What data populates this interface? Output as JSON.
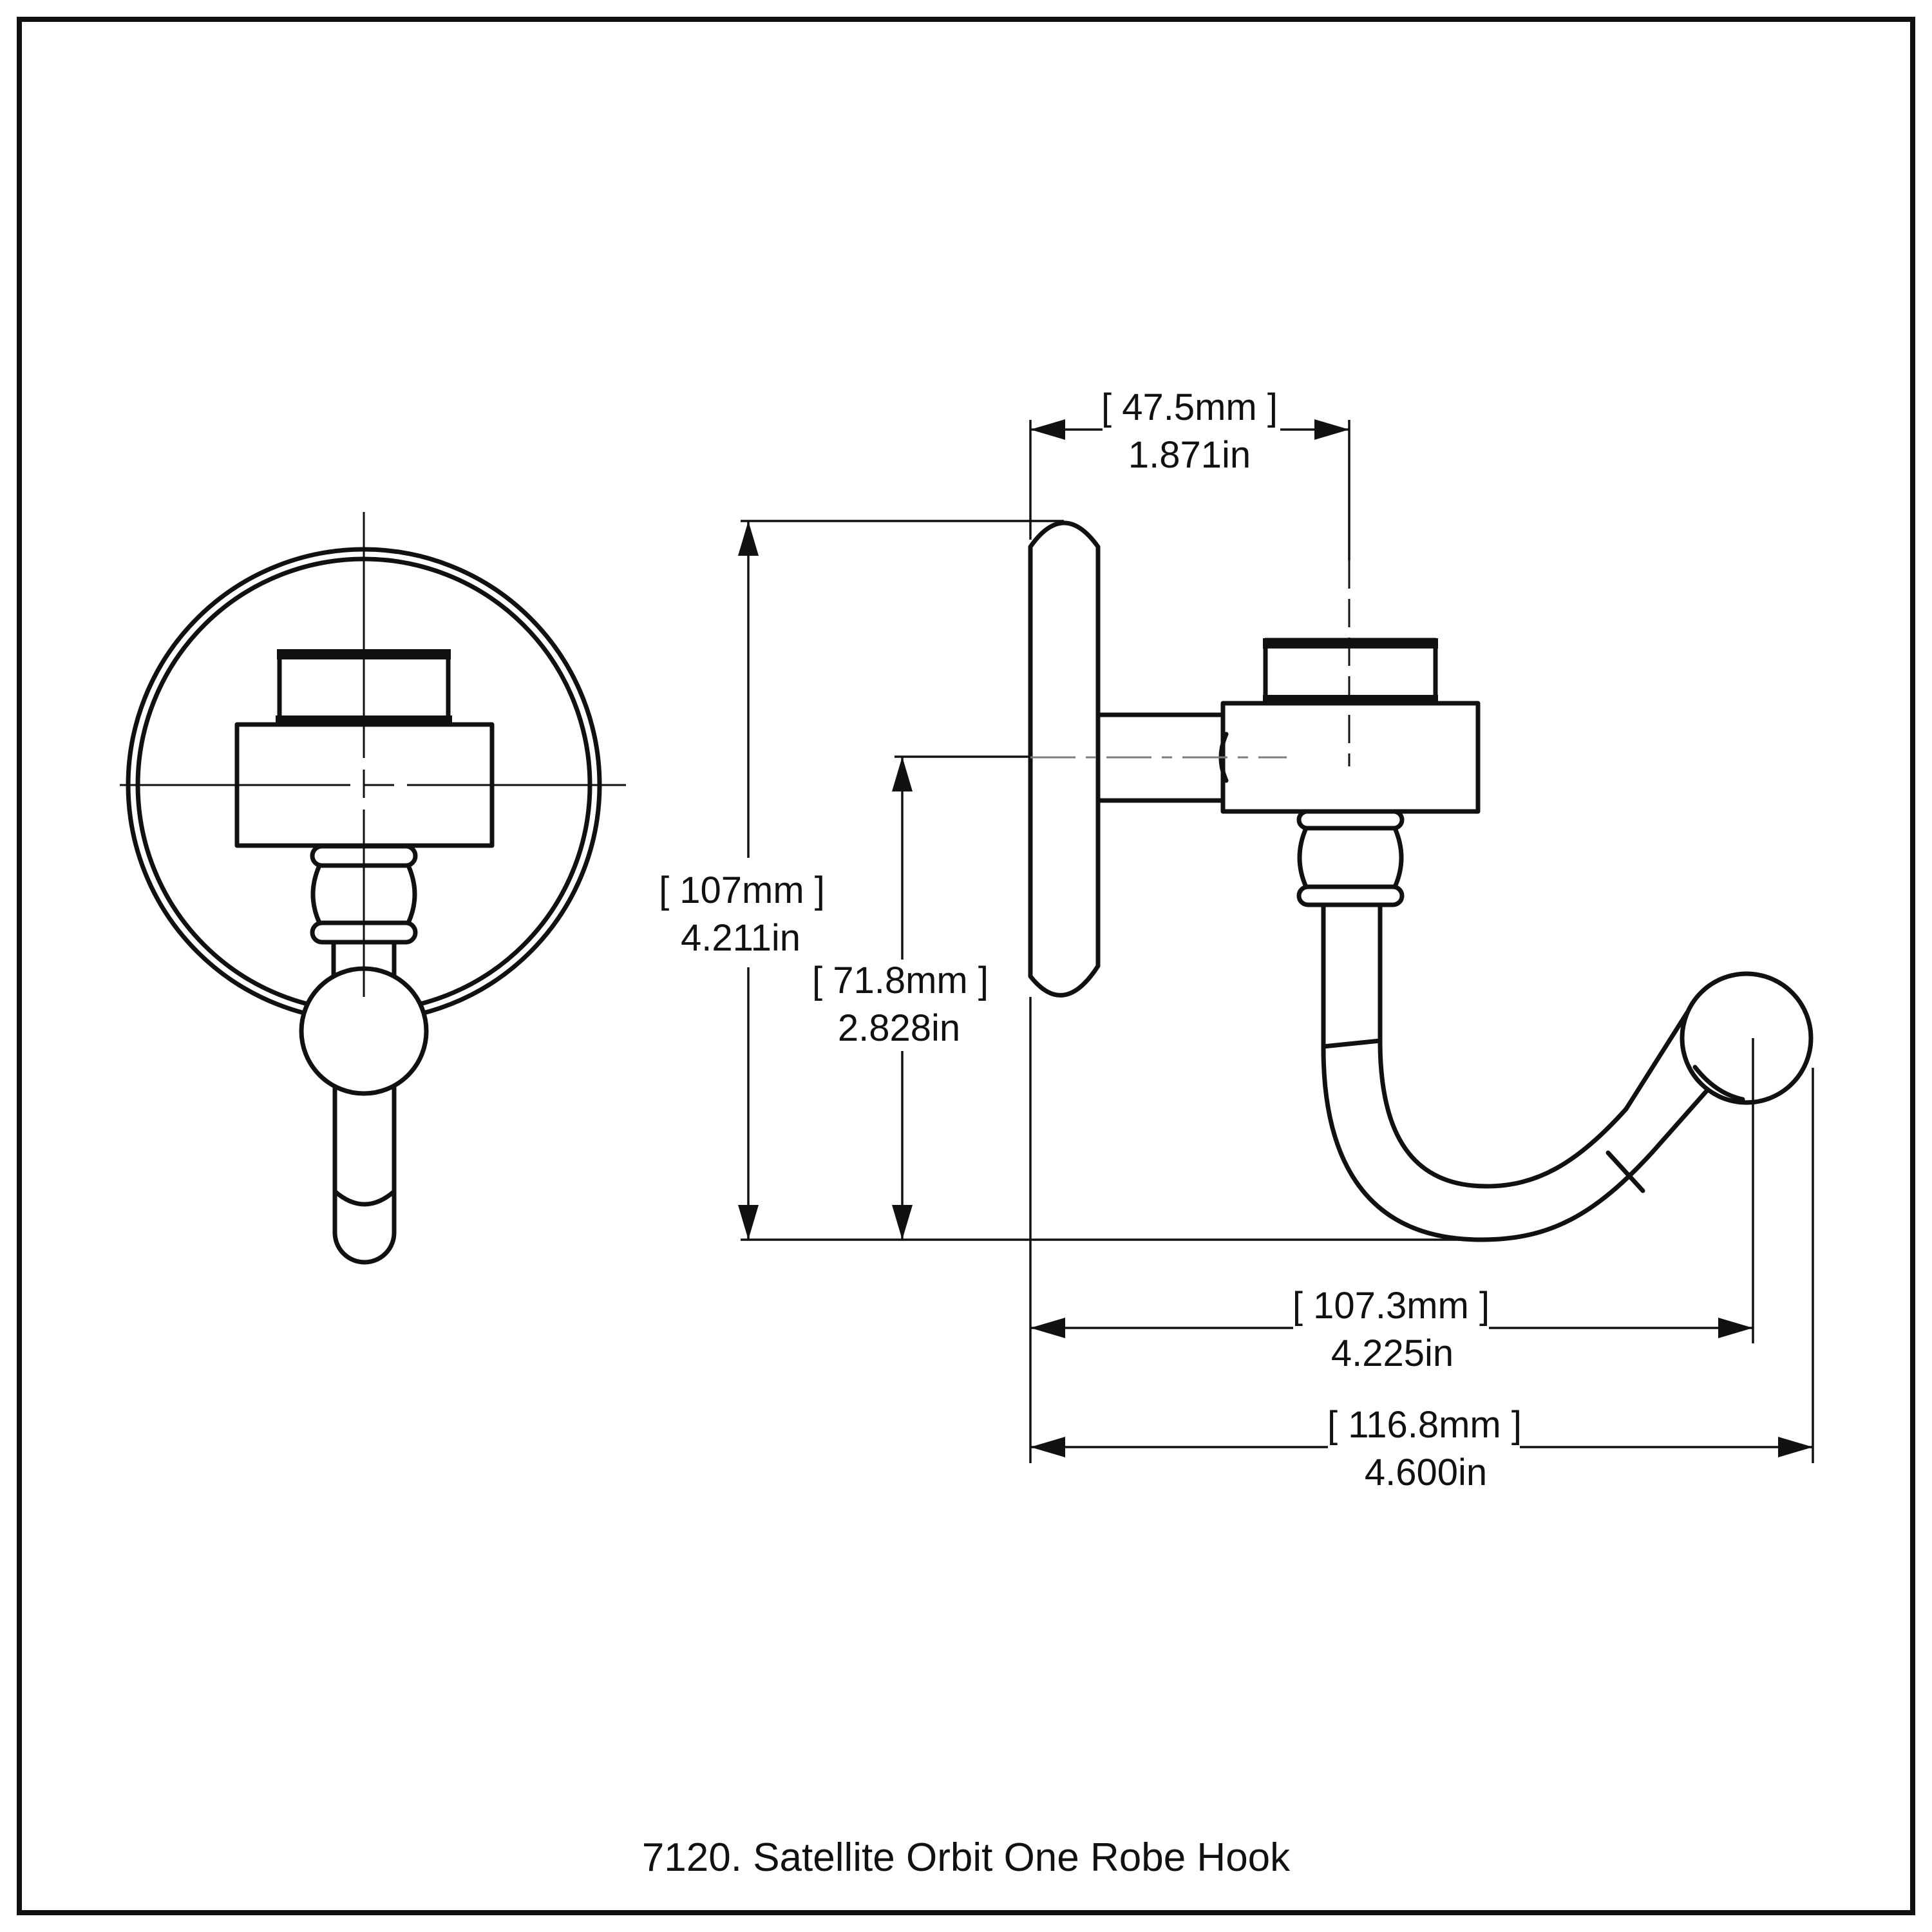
{
  "document": {
    "caption": "7120. Satellite Orbit One Robe Hook"
  },
  "dimensions": {
    "projection": {
      "metric": "[ 47.5mm ]",
      "imperial": "1.871in"
    },
    "overall_height": {
      "metric": "[ 107mm ]",
      "imperial": "4.211in"
    },
    "center_drop": {
      "metric": "[ 71.8mm ]",
      "imperial": "2.828in"
    },
    "reach_ball_center": {
      "metric": "[ 107.3mm ]",
      "imperial": "4.225in"
    },
    "overall_reach": {
      "metric": "[ 116.8mm ]",
      "imperial": "4.600in"
    }
  },
  "colors": {
    "line": "#111111",
    "centerline_gray": "#7d7d7d",
    "background": "#ffffff"
  }
}
